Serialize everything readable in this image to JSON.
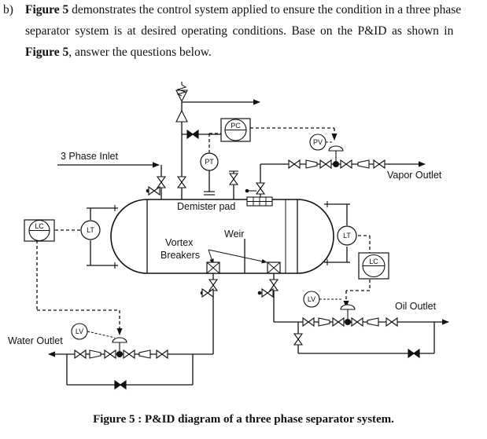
{
  "question": {
    "marker": "b)",
    "line1_bold": "Figure 5",
    "line1_rest": " demonstrates the control system applied to ensure the condition in a three phase",
    "line2": "separator system is at desired operating conditions. Base on the P&ID as shown in",
    "line3_bold": "Figure 5",
    "line3_rest": ", answer the questions below."
  },
  "diagram": {
    "labels": {
      "inlet": "3 Phase Inlet",
      "demister": "Demister pad",
      "weir": "Weir",
      "vortex1": "Vortex",
      "vortex2": "Breakers",
      "vapor": "Vapor Outlet",
      "oil": "Oil Outlet",
      "water": "Water Outlet"
    },
    "tags": {
      "pc": "PC",
      "pt": "PT",
      "pv": "PV",
      "lt_left": "LT",
      "lc_left": "LC",
      "lt_right": "LT",
      "lc_right": "LC",
      "lv_oil": "LV",
      "lv_water": "LV"
    }
  },
  "caption": "Figure 5 : P&ID diagram of a three phase separator system."
}
